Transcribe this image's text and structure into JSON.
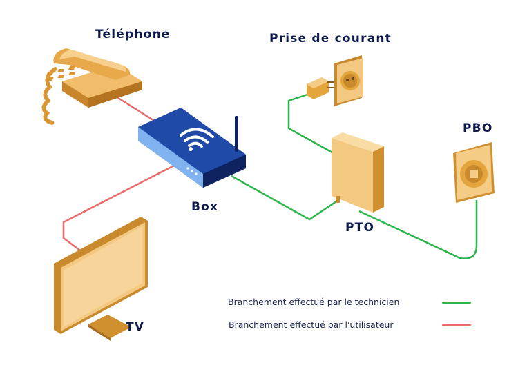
{
  "labels": {
    "telephone": "Téléphone",
    "prise": "Prise de courant",
    "pbo": "PBO",
    "box": "Box",
    "pto": "PTO",
    "tv": "TV"
  },
  "legend": [
    {
      "text": "Branchement effectué par le technicien",
      "color": "#2bb54b"
    },
    {
      "text": "Branchement effectué par l'utilisateur",
      "color": "#e96a6a"
    }
  ],
  "colors": {
    "technician_cable": "#2bb54b",
    "user_cable": "#e96a6a",
    "device_gold": "#e3a53c",
    "device_light": "#f5cc86",
    "box_blue": "#1c3f9e",
    "label_text": "#0d1a4a"
  }
}
